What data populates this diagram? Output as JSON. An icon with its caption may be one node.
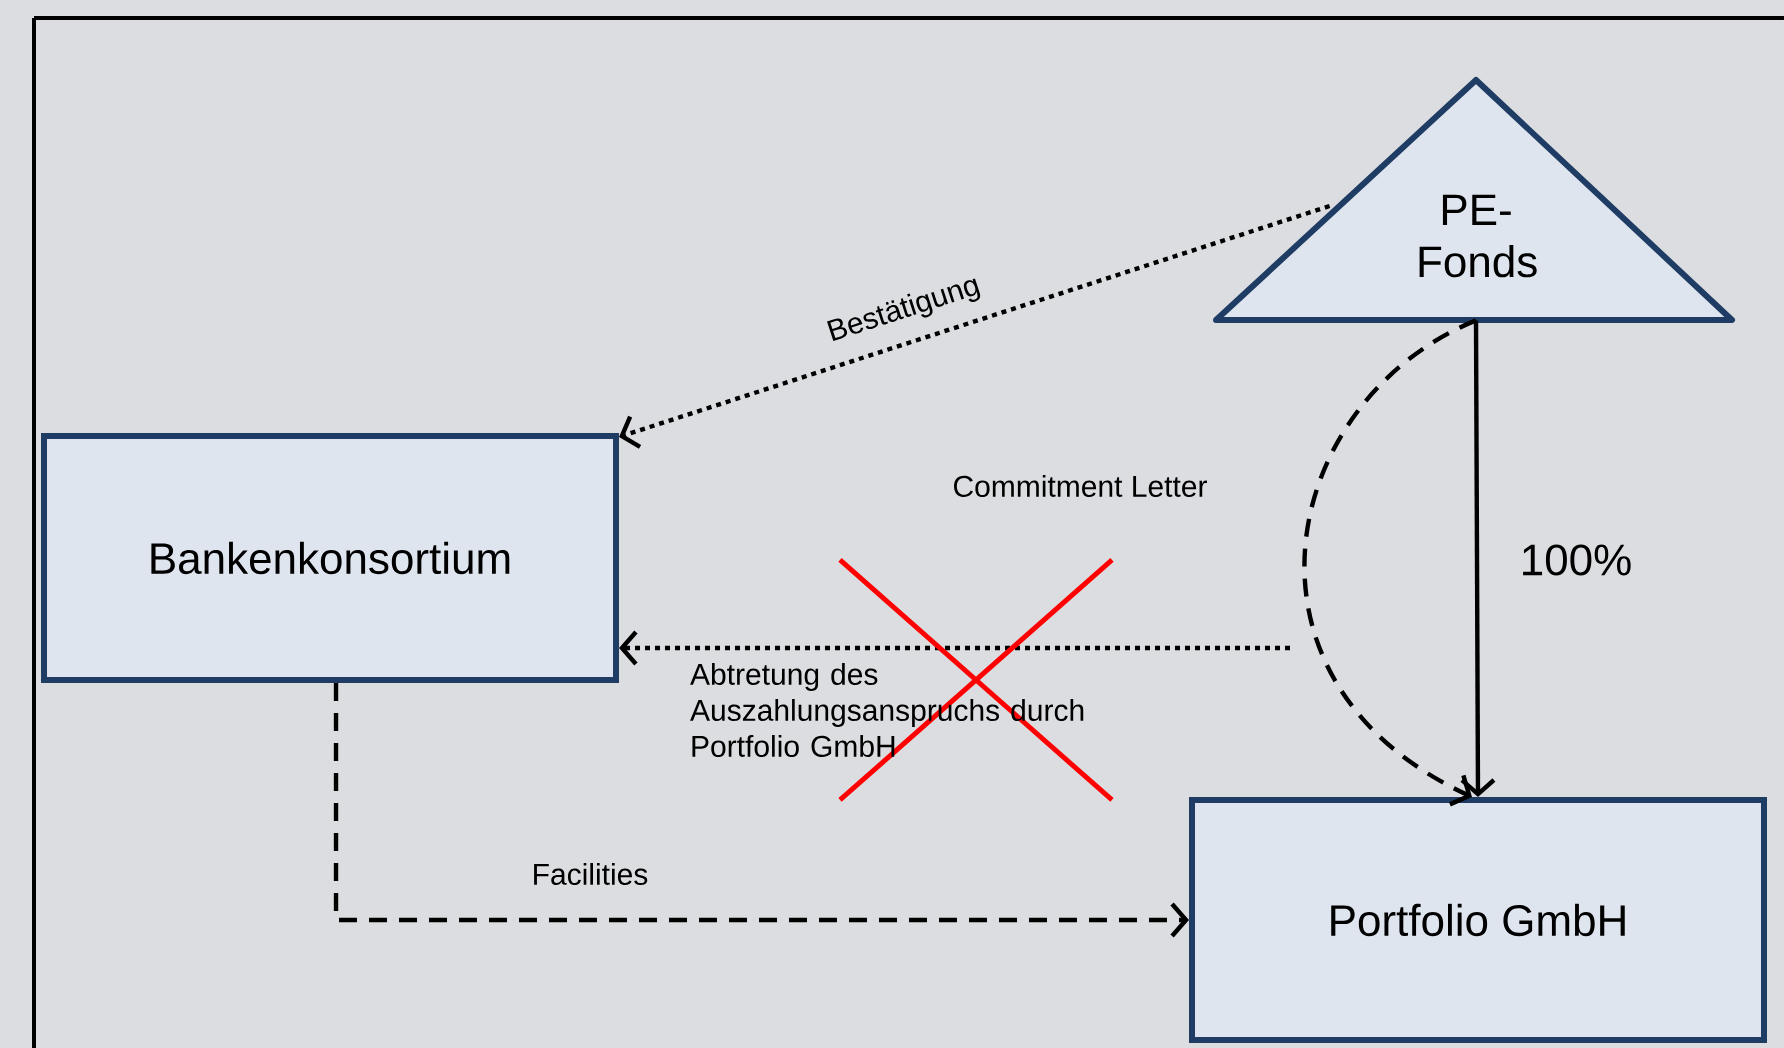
{
  "diagram": {
    "nodes": [
      {
        "text": [
          "PE-Fonds"
        ]
      },
      {
        "text": [
          "Bankenkonsortium"
        ]
      },
      {
        "text": [
          "Portfolio GmbH"
        ]
      }
    ],
    "edges": [
      {
        "from": 0,
        "to": 1,
        "arrow": "to",
        "label": "Bestätigung",
        "style": "dashed"
      },
      {
        "from": 0,
        "to": 2,
        "arrow": "to",
        "label": "Commitment Letter",
        "style": "dashed"
      },
      {
        "from": 0,
        "to": 2,
        "arrow": "to",
        "label": "100%"
      },
      {
        "from": null,
        "to": 1,
        "arrow": "to",
        "label": "Abtretung des Auszahlungsanspruchs durch Portfolio GmbH",
        "style": "dashed"
      },
      {
        "from": 1,
        "to": 2,
        "arrow": "to",
        "label": "Facilities",
        "style": "dashed"
      }
    ]
  }
}
